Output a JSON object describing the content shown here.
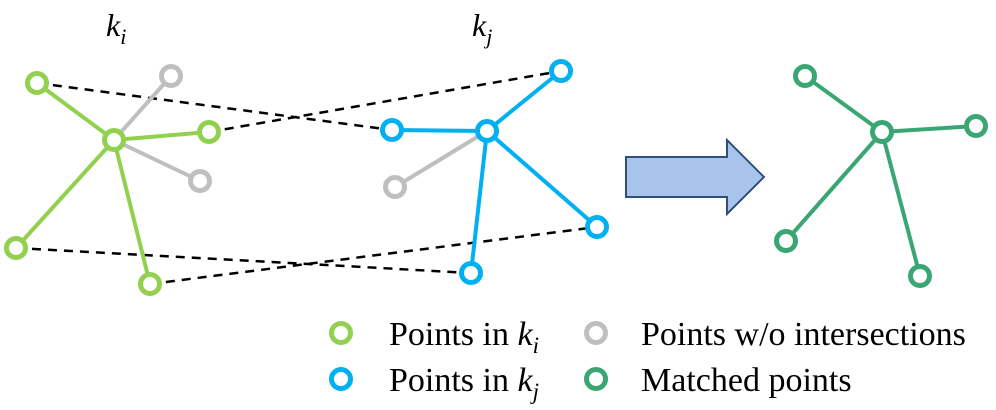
{
  "colors": {
    "green": "#92D050",
    "blue": "#00B0F0",
    "gray": "#BFBFBF",
    "matched": "#3AA674",
    "arrow_fill": "#A9C4EB",
    "arrow_stroke": "#2F4F7F",
    "dash": "#000000"
  },
  "labels": {
    "ki_base": "k",
    "ki_sub": "i",
    "kj_base": "k",
    "kj_sub": "j"
  },
  "legend": [
    {
      "text": "Points in ",
      "math_base": "k",
      "math_sub": "i",
      "color_key": "green"
    },
    {
      "text": "Points w/o intersections",
      "math_base": "",
      "math_sub": "",
      "color_key": "gray"
    },
    {
      "text": "Points in ",
      "math_base": "k",
      "math_sub": "j",
      "color_key": "blue"
    },
    {
      "text": "Matched points",
      "math_base": "",
      "math_sub": "",
      "color_key": "matched"
    }
  ],
  "arrow_icon": "right-arrow-icon"
}
